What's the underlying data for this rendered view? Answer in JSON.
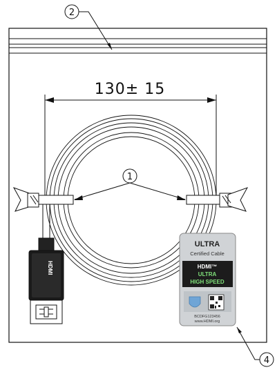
{
  "callouts": {
    "c1": "1",
    "c2": "2",
    "c4": "4"
  },
  "dimension": {
    "text": "130± 15"
  },
  "label": {
    "title": "ULTRA",
    "subtitle": "Certified Cable",
    "brand": "HDMI™",
    "line1": "ULTRA",
    "line2": "HIGH SPEED",
    "code": "BCDFG123456",
    "url": "www.HDMI.org"
  },
  "connector": {
    "mark": "HDMI"
  }
}
